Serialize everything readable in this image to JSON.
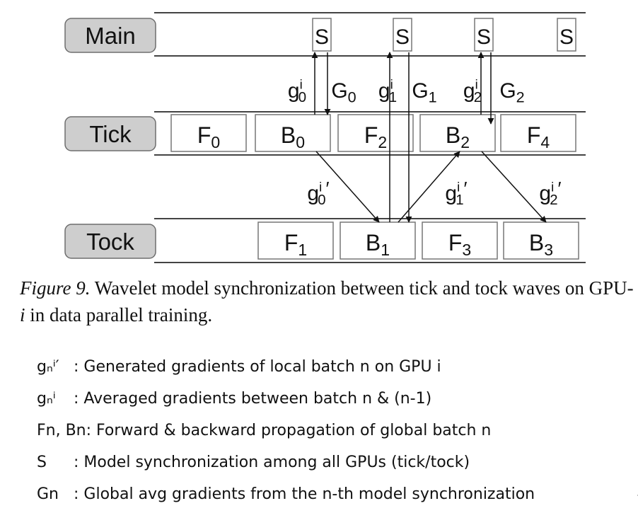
{
  "lanes": {
    "main": "Main",
    "tick": "Tick",
    "tock": "Tock"
  },
  "sync_label": "S",
  "tick_blocks": [
    {
      "b": "F",
      "s": "0"
    },
    {
      "b": "B",
      "s": "0"
    },
    {
      "b": "F",
      "s": "2"
    },
    {
      "b": "B",
      "s": "2"
    },
    {
      "b": "F",
      "s": "4"
    }
  ],
  "tock_blocks": [
    {
      "b": "F",
      "s": "1"
    },
    {
      "b": "B",
      "s": "1"
    },
    {
      "b": "F",
      "s": "3"
    },
    {
      "b": "B",
      "s": "3"
    }
  ],
  "upper_labels": [
    {
      "b": "g",
      "sup": "i",
      "s": "0",
      "prime": ""
    },
    {
      "b": "G",
      "sup": "",
      "s": "0",
      "prime": ""
    },
    {
      "b": "g",
      "sup": "i",
      "s": "1",
      "prime": ""
    },
    {
      "b": "G",
      "sup": "",
      "s": "1",
      "prime": ""
    },
    {
      "b": "g",
      "sup": "i",
      "s": "2",
      "prime": ""
    },
    {
      "b": "G",
      "sup": "",
      "s": "2",
      "prime": ""
    }
  ],
  "lower_labels": [
    {
      "b": "g",
      "sup": "i",
      "s": "0",
      "prime": "′"
    },
    {
      "b": "g",
      "sup": "i",
      "s": "1",
      "prime": "′"
    },
    {
      "b": "g",
      "sup": "i",
      "s": "2",
      "prime": "′"
    }
  ],
  "caption": {
    "figure_label": "Figure 9.",
    "text": " Wavelet model synchronization between tick and tock waves on GPU-",
    "var": "i",
    "tail": " in data parallel training."
  },
  "notes": [
    {
      "symbol": "gₙⁱ′",
      "text": ": Generated gradients of local batch n on GPU i"
    },
    {
      "symbol": "gₙⁱ",
      "text": ": Averaged gradients between batch n & (n-1)"
    },
    {
      "symbol": "Fn, Bn",
      "text": ": Forward & backward propagation of global batch n"
    },
    {
      "symbol": "S",
      "text": ": Model synchronization among all GPUs (tick/tock)"
    },
    {
      "symbol": "Gn",
      "text": ": Global avg gradients from the n-th model synchronization"
    }
  ],
  "trailing_mark": "."
}
